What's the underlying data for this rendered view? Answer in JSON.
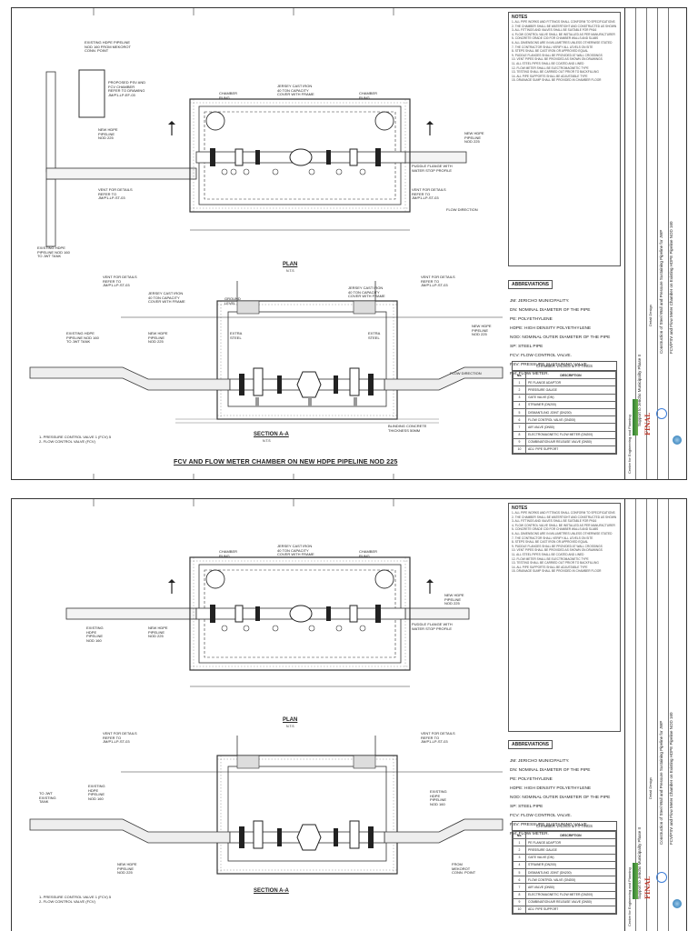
{
  "sheet1": {
    "main_title": "FCV AND FLOW METER CHAMBER ON NEW HDPE PIPELINE NOD 225",
    "plan_title": "PLAN",
    "section_title": "SECTION A-A",
    "scale": "N.T.S",
    "labels": {
      "existing_top": "EXISTING HDPE PIPELINE\nNOD 160 FROM MEKOROT\nCONN. POINT",
      "proposed_pcv": "PROPOSED PSV AND\nFCV CHAMBER\nREFER TO DRAWING\nJM/P1-LP-EF-03",
      "new_hdpe_225": "NEW HDPE\nPIPELINE\nNOD 225",
      "new_hdpe_right": "NEW HDPE\nPIPELINE\nNOD 225",
      "jersey": "JERSEY CAST IRON\n40 TON CAPACITY\nCOVER WITH FRAME",
      "chamber_rung": "CHAMBER\nRUNG",
      "puddle": "PUDDLE FLANGE WITH\nWATER STOP PROFILE",
      "vent": "VENT FOR DETAILS\nREFER TO\nJM/P1-LP-ST-03",
      "existing_bottom": "EXISTING HDPE\nPIPELINE NOD 160\nTO JWT TANK",
      "flow_dir": "FLOW DIRECTION",
      "ground_level": "GROUND\nLEVEL",
      "blinding": "BLINDING CONCRETE\nTHICKNESS 50MM",
      "extra_steel": "EXTRA\nSTEEL",
      "bottom_notes": "1- PRESSURE CONTROL VALVE 1 (FCV) 5\n2- FLOW CONTROL VALVE (FCV)"
    }
  },
  "sheet2": {
    "plan_title": "PLAN",
    "section_title": "SECTION A-A",
    "scale": "N.T.S",
    "labels": {
      "existing_left": "EXISTING\nHDPE\nPIPELINE\nNOD 160",
      "new_hdpe": "NEW HDPE\nPIPELINE\nNOD 225",
      "to_jwt": "TO JWT\nEXISTING\nTANK",
      "from_mekorot": "FROM\nMEKOROT\nCONN. POINT",
      "existing_right": "EXISTING\nHDPE\nPIPELINE\nNOD 160",
      "bottom_notes": "1- PRESSURE CONTROL VALVE 1 (FCV) 5\n2- FLOW CONTROL VALVE (FCV)"
    }
  },
  "notes": {
    "title": "NOTES",
    "items": [
      "1- ALL PIPE WORKS AND FITTINGS SHALL CONFORM TO SPECIFICATIONS",
      "2- THE CHAMBER SHALL BE WATERTIGHT AND CONSTRUCTED AS SHOWN",
      "3- ALL FITTINGS AND VALVES SHALL BE SUITABLE FOR PN16",
      "4- FLOW CONTROL VALVE SHALL BE INSTALLED AS PER MANUFACTURER",
      "5- CONCRETE GRADE C30 FOR CHAMBER WALLS AND SLABS",
      "6- ALL DIMENSIONS ARE IN MILLIMETRES UNLESS OTHERWISE STATED",
      "7- THE CONTRACTOR SHALL VERIFY ALL LEVELS ON SITE",
      "8- STEPS SHALL BE CAST IRON OR APPROVED EQUAL",
      "9- PUDDLE FLANGES SHALL BE PROVIDED AT WALL CROSSINGS",
      "10- VENT PIPES SHALL BE PROVIDED AS SHOWN ON DRAWINGS",
      "11- ALL STEEL PIPES SHALL BE COATED AND LINED",
      "12- FLOW METER SHALL BE ELECTROMAGNETIC TYPE",
      "13- TESTING SHALL BE CARRIED OUT PRIOR TO BACKFILLING",
      "14- ALL PIPE SUPPORTS SHALL BE ADJUSTABLE TYPE",
      "15- DRAINAGE SUMP SHALL BE PROVIDED IN CHAMBER FLOOR"
    ]
  },
  "abbreviations": {
    "title": "ABBREVIATIONS",
    "items": [
      "JM: JERICHO MUNICIPALITY.",
      "DN: NOMINAL DIAMETER OF THE PIPE",
      "PE: POLYETHYLENE",
      "HDPE: HIGH DENSITY POLYETHYLENE",
      "NOD: NOMINAL OUTER DIAMETER OF THE PIPE",
      "SP: STEEL PIPE",
      "FCV: FLOW CONTROL VALVE.",
      "PSV: PRESSURE SUSTAINING VALVE.",
      "FM: FLOW METER."
    ]
  },
  "valves_table": {
    "title": "CHAMBER VALVES & FITTINGS",
    "col_no": "No.",
    "col_desc": "DESCRIPTION",
    "rows": [
      {
        "no": "1",
        "desc": "PE FLANGE ADAPTOR"
      },
      {
        "no": "2",
        "desc": "PRESSURE GAUGE"
      },
      {
        "no": "3",
        "desc": "GATE VALVE (DN)"
      },
      {
        "no": "4",
        "desc": "STRAINER (DN200)"
      },
      {
        "no": "5",
        "desc": "DISMANTLING JOINT (DN200)"
      },
      {
        "no": "6",
        "desc": "FLOW CONTROL VALVE (DN200)"
      },
      {
        "no": "7",
        "desc": "AIR VALVE (DN50)"
      },
      {
        "no": "8",
        "desc": "ELECTROMAGNETIC FLOW METER (DN200)"
      },
      {
        "no": "9",
        "desc": "COMBINATION AIR RELEASE VALVE (DN50)"
      },
      {
        "no": "10",
        "desc": "ADJ. PIPE SUPPORT"
      }
    ]
  },
  "title_block": {
    "org": "Center for Engineering and Planning",
    "project": "Support to Jericho Municipality Phase II",
    "drawing_title": "Construction of Steel Wall and Pressure Sustaining Pipeline for JWP",
    "sub_title": "FCV/PSV and Flow Meter Chamber on Existing HDPE Pipeline NOD 160",
    "status": "FINAL",
    "stage": "Detail Design"
  },
  "colors": {
    "line": "#333333",
    "concrete_hatch": "#555555",
    "final_red": "#c0392b",
    "logo_green": "#2f7d32"
  }
}
